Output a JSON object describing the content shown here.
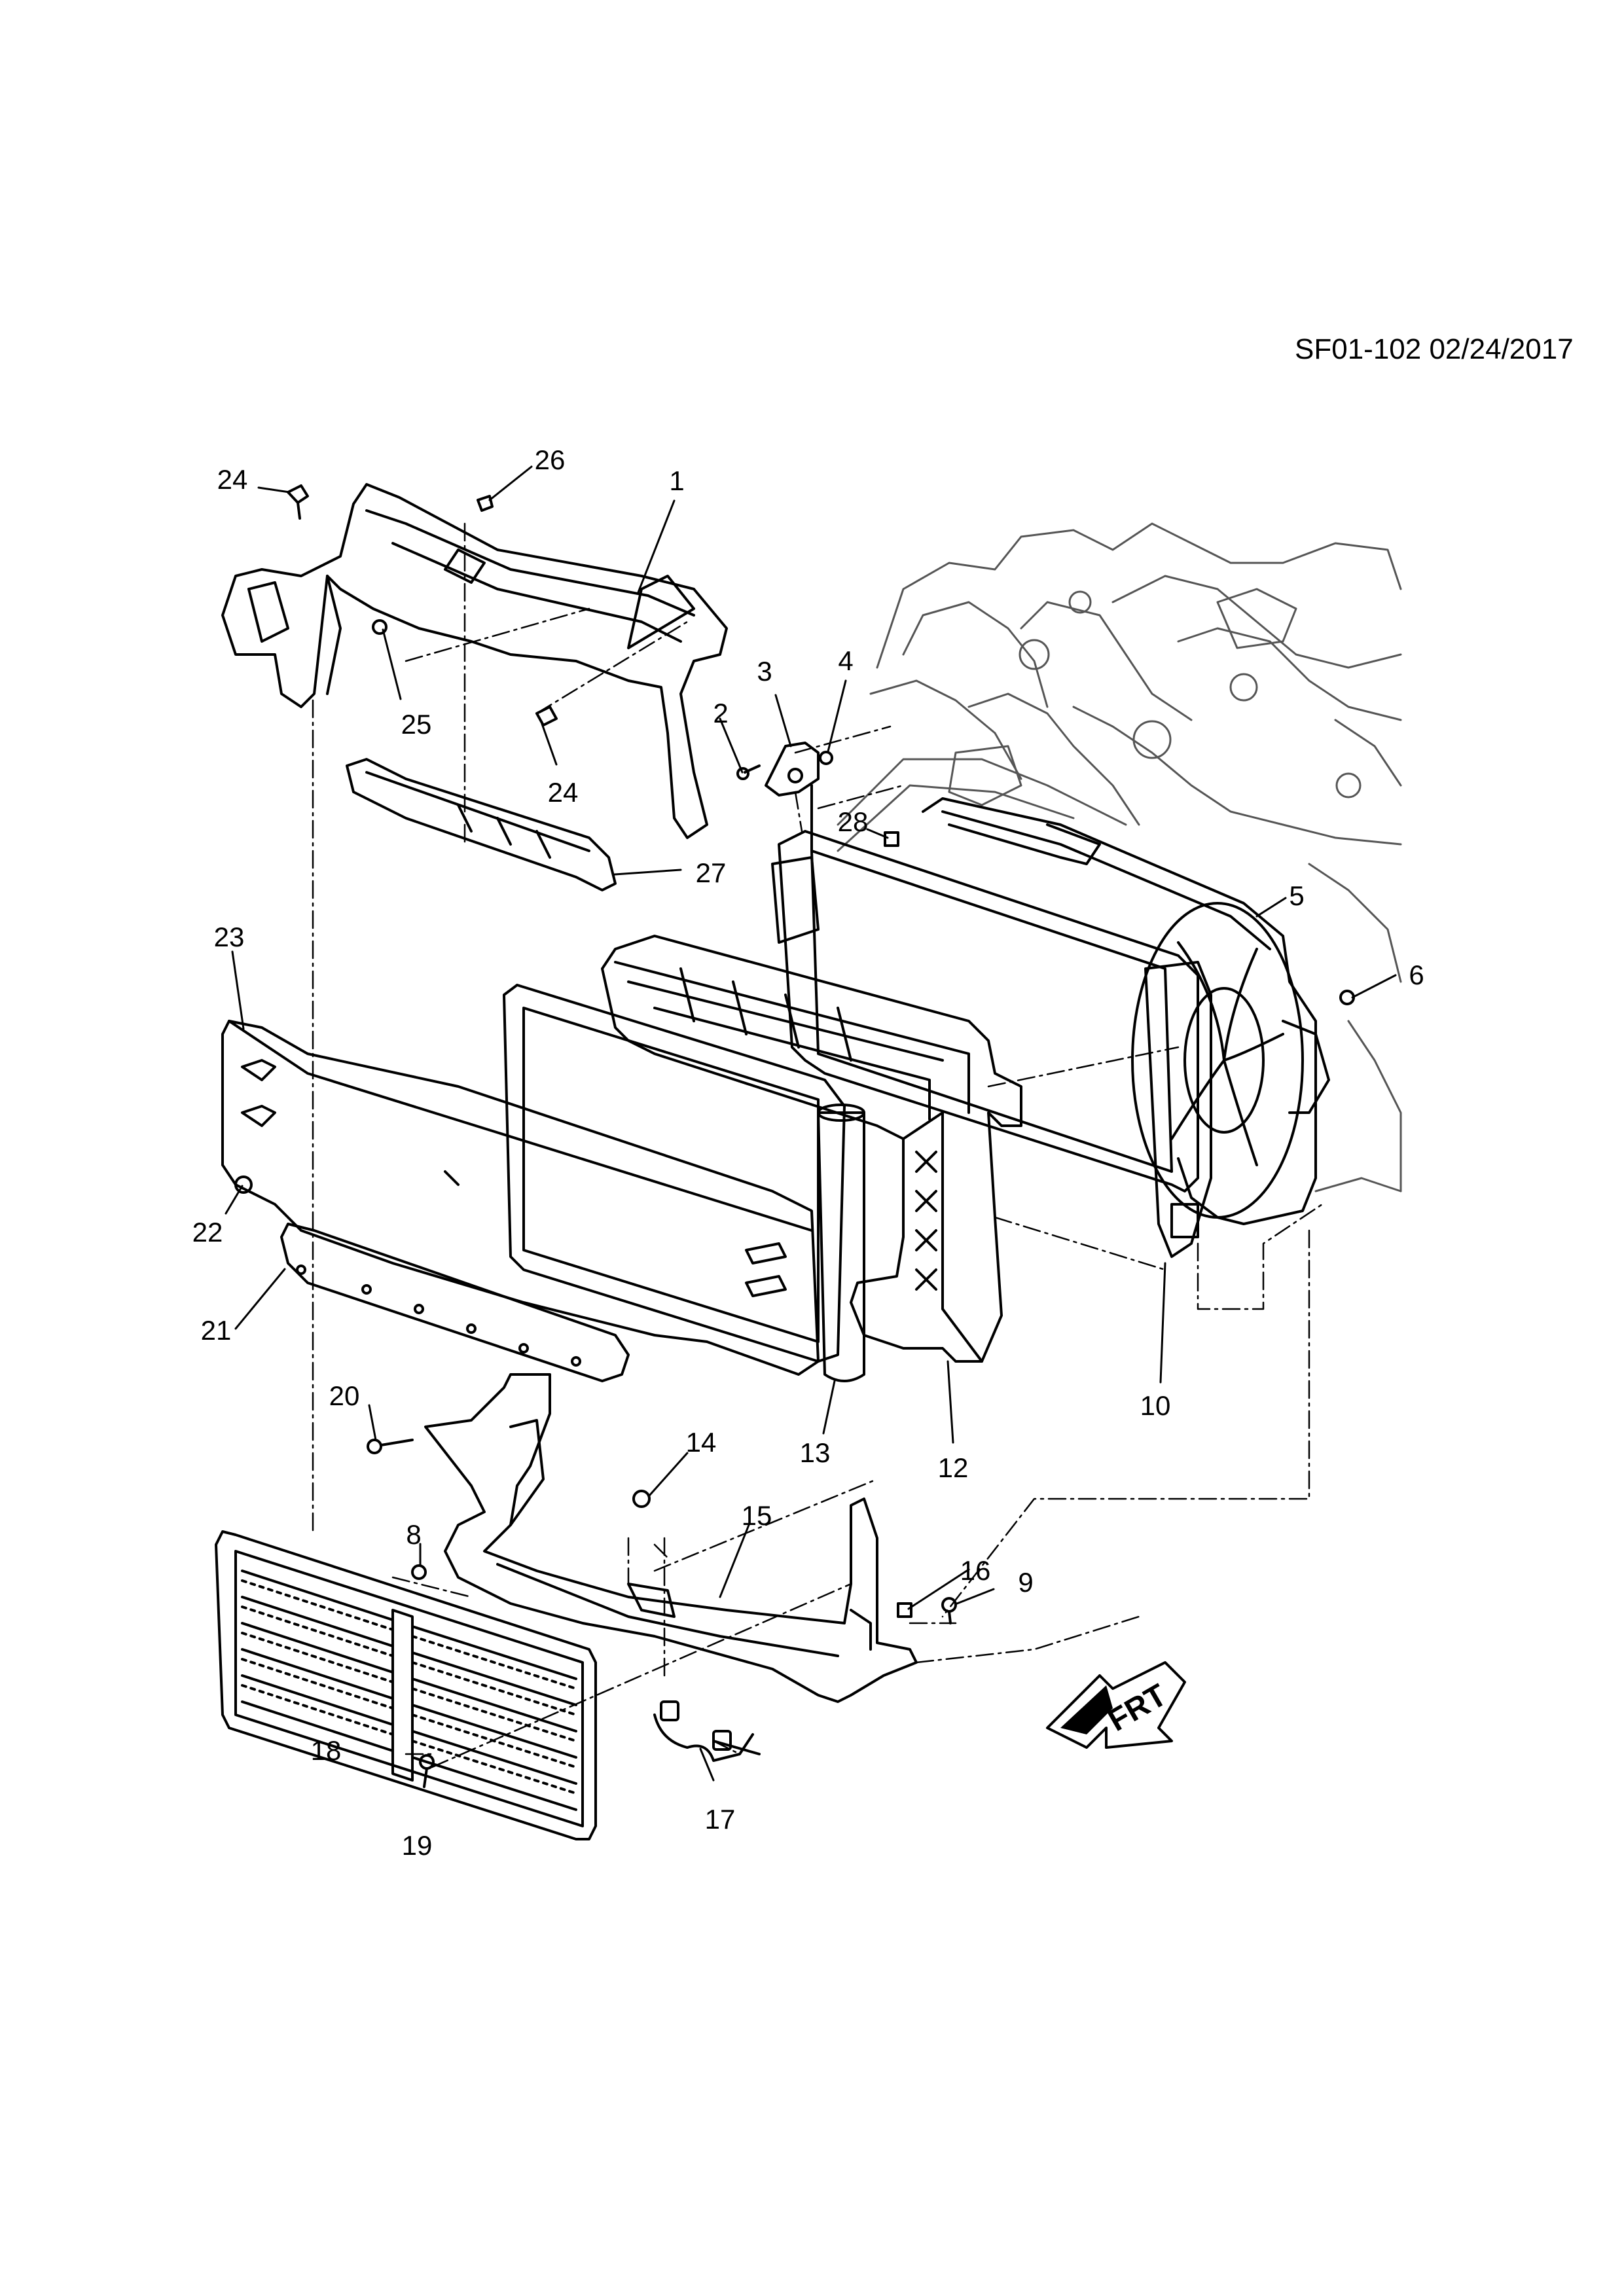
{
  "header": {
    "reference": "SF01-102 02/24/2017"
  },
  "callouts": [
    {
      "id": "c24a",
      "label": "24"
    },
    {
      "id": "c26",
      "label": "26"
    },
    {
      "id": "c1",
      "label": "1"
    },
    {
      "id": "c25",
      "label": "25"
    },
    {
      "id": "c24b",
      "label": "24"
    },
    {
      "id": "c3",
      "label": "3"
    },
    {
      "id": "c4",
      "label": "4"
    },
    {
      "id": "c2",
      "label": "2"
    },
    {
      "id": "c28",
      "label": "28"
    },
    {
      "id": "c27",
      "label": "27"
    },
    {
      "id": "c5",
      "label": "5"
    },
    {
      "id": "c6",
      "label": "6"
    },
    {
      "id": "c23",
      "label": "23"
    },
    {
      "id": "c22",
      "label": "22"
    },
    {
      "id": "c21",
      "label": "21"
    },
    {
      "id": "c10",
      "label": "10"
    },
    {
      "id": "c13",
      "label": "13"
    },
    {
      "id": "c12",
      "label": "12"
    },
    {
      "id": "c20",
      "label": "20"
    },
    {
      "id": "c14",
      "label": "14"
    },
    {
      "id": "c15",
      "label": "15"
    },
    {
      "id": "c8",
      "label": "8"
    },
    {
      "id": "c16",
      "label": "16"
    },
    {
      "id": "c9",
      "label": "9"
    },
    {
      "id": "c18",
      "label": "18"
    },
    {
      "id": "c19",
      "label": "19"
    },
    {
      "id": "c17",
      "label": "17"
    }
  ],
  "direction_arrow": {
    "label": "FRT",
    "icon": "front-direction-arrow-icon"
  }
}
